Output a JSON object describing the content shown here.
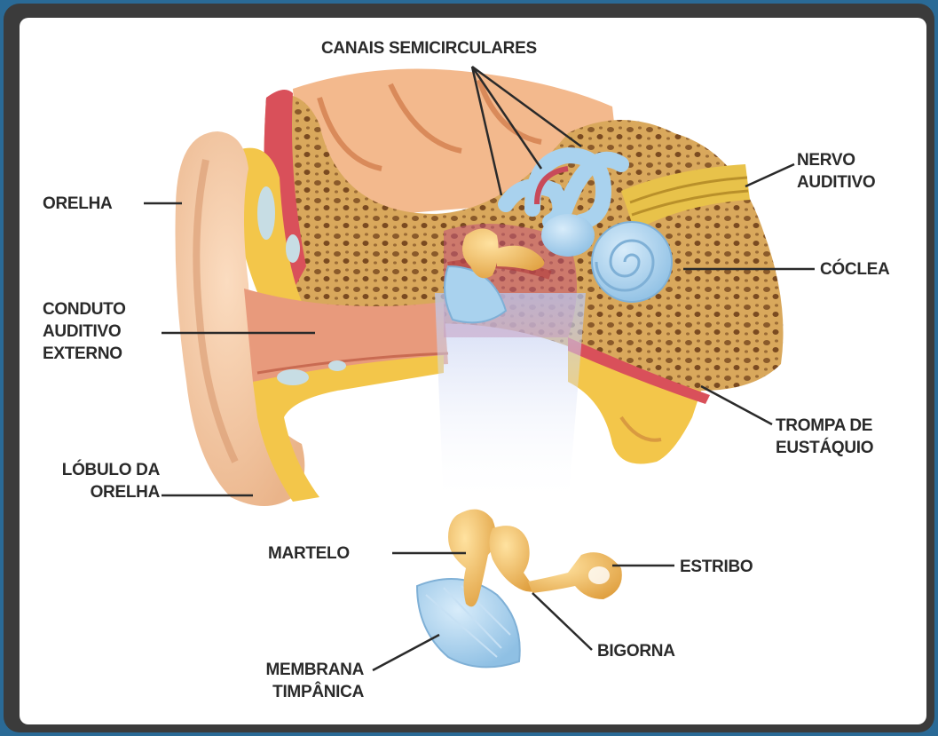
{
  "labels": {
    "semicircular": "CANAIS SEMICIRCULARES",
    "nerve": "NERVO\nAUDITIVO",
    "pinna": "ORELHA",
    "cochlea": "CÓCLEA",
    "ear_canal": "CONDUTO\nAUDITIVO\nEXTERNO",
    "eustachian": "TROMPA DE\nEUSTÁQUIO",
    "lobule": "LÓBULO DA\nORELHA",
    "malleus": "MARTELO",
    "stapes": "ESTRIBO",
    "incus": "BIGORNA",
    "eardrum": "MEMBRANA\nTIMPÂNICA"
  },
  "colors": {
    "frame": "#3b3b3b",
    "background": "#2a6a96",
    "skin": "#f5c9a0",
    "bone": "#d9a85c",
    "bone_pores": "#8a5a2a",
    "cartilage": "#f3c64a",
    "labyrinth": "#a9d2ee",
    "flesh": "#d9505a",
    "nerve": "#e8c24a",
    "ossicle": "#f4c56a"
  }
}
